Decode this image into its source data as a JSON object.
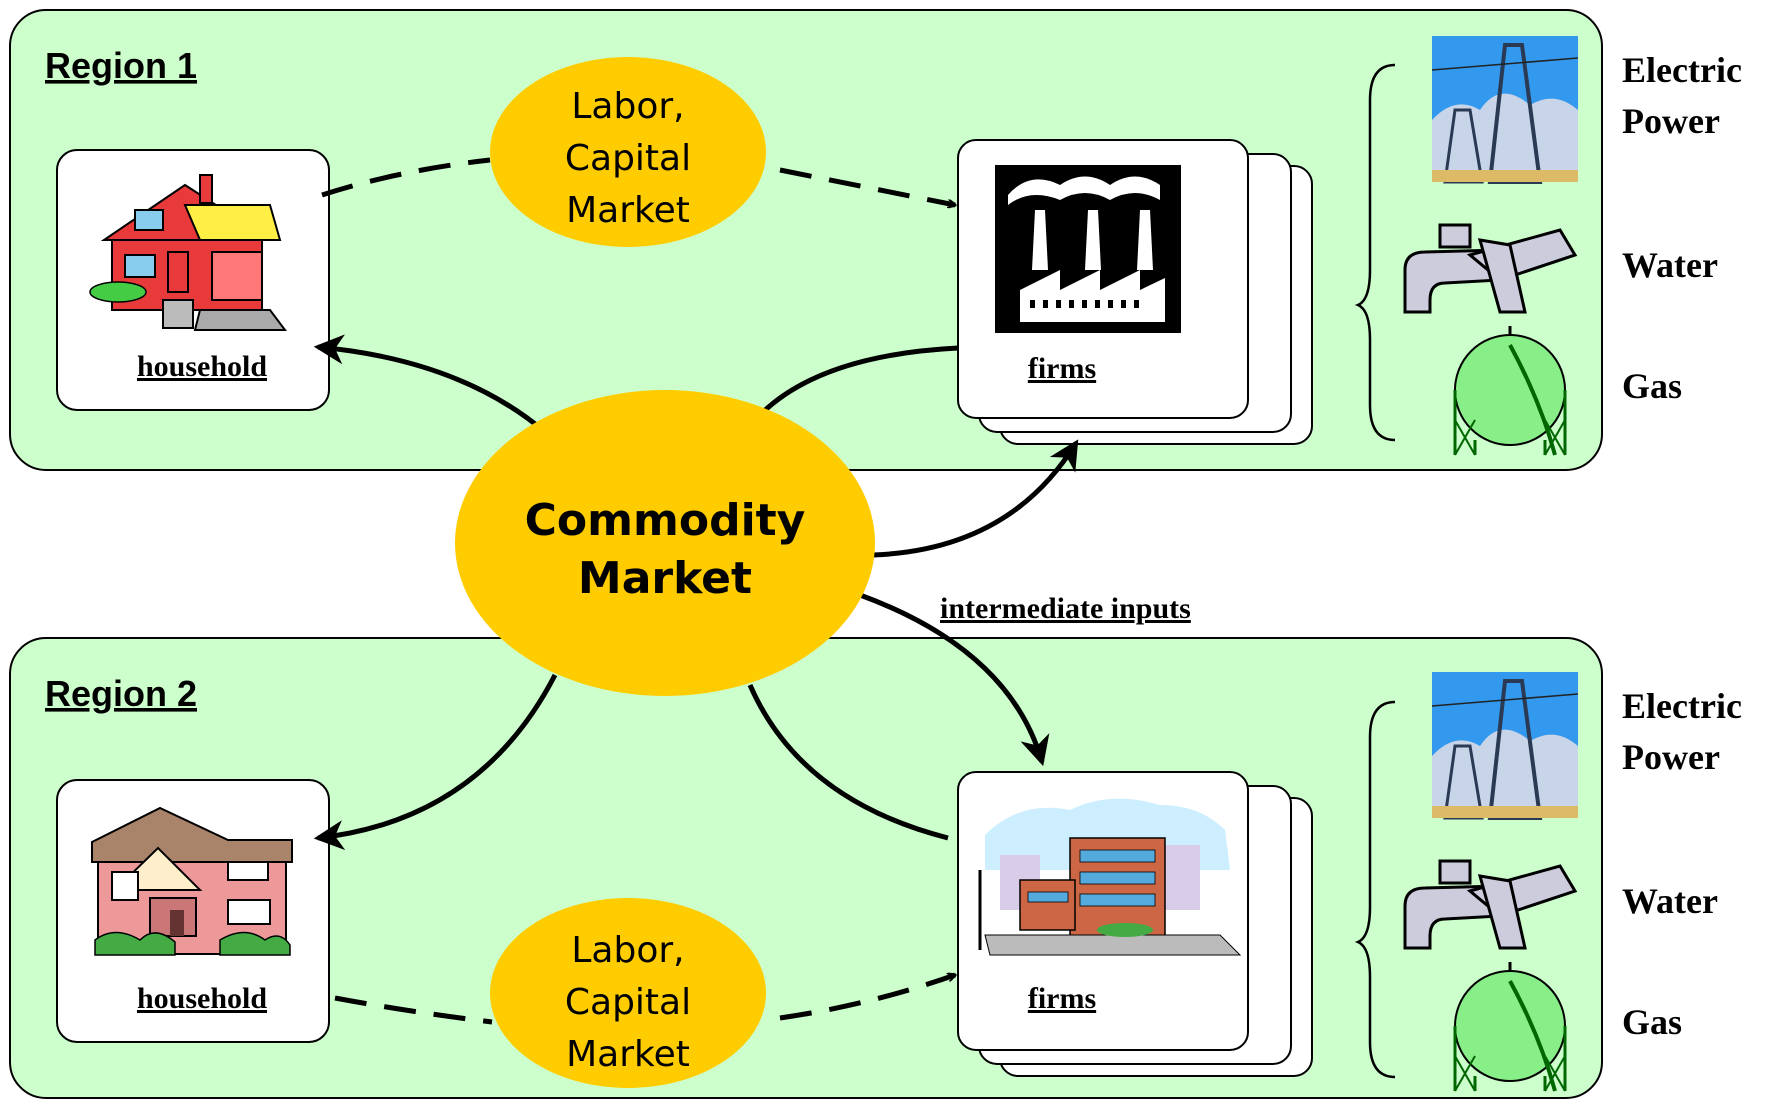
{
  "region1": {
    "title": "Region 1",
    "household_label": "household",
    "firms_label": "firms",
    "market_lines": [
      "Labor,",
      "Capital",
      "Market"
    ],
    "utilities": {
      "electric_line1": "Electric",
      "electric_line2": "Power",
      "water": "Water",
      "gas": "Gas"
    }
  },
  "region2": {
    "title": "Region 2",
    "household_label": "household",
    "firms_label": "firms",
    "market_lines": [
      "Labor,",
      "Capital",
      "Market"
    ],
    "utilities": {
      "electric_line1": "Electric",
      "electric_line2": "Power",
      "water": "Water",
      "gas": "Gas"
    }
  },
  "commodity_market": {
    "line1": "Commodity",
    "line2": "Market"
  },
  "intermediate_inputs_label": "intermediate inputs",
  "colors": {
    "region_fill": "#ccffcc",
    "ellipse_fill": "#ffcc00",
    "box_fill": "#ffffff",
    "stroke": "#000000"
  }
}
